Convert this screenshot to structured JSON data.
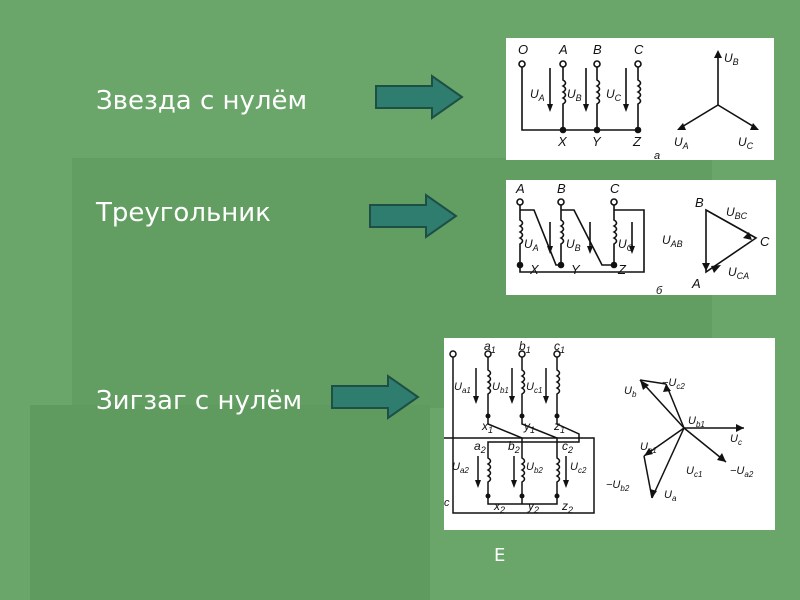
{
  "slide": {
    "rows": [
      {
        "label": "Звезда с нулём"
      },
      {
        "label": "Треугольник"
      },
      {
        "label": "Зигзаг с нулём"
      }
    ],
    "footer": "E"
  },
  "star": {
    "terminals_top": [
      "O",
      "A",
      "B",
      "C"
    ],
    "terminals_bottom": [
      "X",
      "Y",
      "Z"
    ],
    "winding_labels": [
      "U",
      "U",
      "U"
    ],
    "winding_subs": [
      "A",
      "B",
      "C"
    ],
    "vector_labels": [
      "U",
      "U",
      "U"
    ],
    "vector_subs": [
      "B",
      "A",
      "C"
    ],
    "caption": "а"
  },
  "delta": {
    "terminals_top": [
      "A",
      "B",
      "C"
    ],
    "terminals_bottom": [
      "X",
      "Y",
      "Z"
    ],
    "winding_labels": [
      "U",
      "U",
      "U"
    ],
    "winding_subs": [
      "A",
      "B",
      "C"
    ],
    "vertices": [
      "B",
      "C",
      "A"
    ],
    "side_labels": [
      "U",
      "U",
      "U"
    ],
    "side_subs": [
      "BC",
      "AB",
      "CA"
    ],
    "caption": "б"
  },
  "zigzag": {
    "terminals_top": [
      "a",
      "b",
      "c"
    ],
    "terminals_top_subs": [
      "1",
      "1",
      "1"
    ],
    "mid_top": [
      "x",
      "y",
      "z"
    ],
    "mid_top_subs": [
      "1",
      "1",
      "1"
    ],
    "mid_bottom": [
      "a",
      "b",
      "c"
    ],
    "mid_bottom_subs": [
      "2",
      "2",
      "2"
    ],
    "terminals_bottom": [
      "x",
      "y",
      "z"
    ],
    "terminals_bottom_subs": [
      "2",
      "2",
      "2"
    ],
    "winding1_labels": [
      "U",
      "U",
      "U"
    ],
    "winding1_subs": [
      "a1",
      "b1",
      "c1"
    ],
    "winding2_labels": [
      "U",
      "U",
      "U"
    ],
    "winding2_subs": [
      "a2",
      "b2",
      "c2"
    ],
    "vec_labels": [
      "U",
      "−U",
      "U",
      "U",
      "U",
      "U",
      "−U",
      "−U",
      "U"
    ],
    "vec_subs": [
      "b",
      "c2",
      "b1",
      "c",
      "a1",
      "c1",
      "a2",
      "b2",
      "a"
    ],
    "edge_caption": "c"
  },
  "colors": {
    "background": "#6aa66a",
    "panel_shade": "#5f975f",
    "arrow_fill": "#2e7d6e",
    "arrow_stroke": "#1d4f45"
  }
}
